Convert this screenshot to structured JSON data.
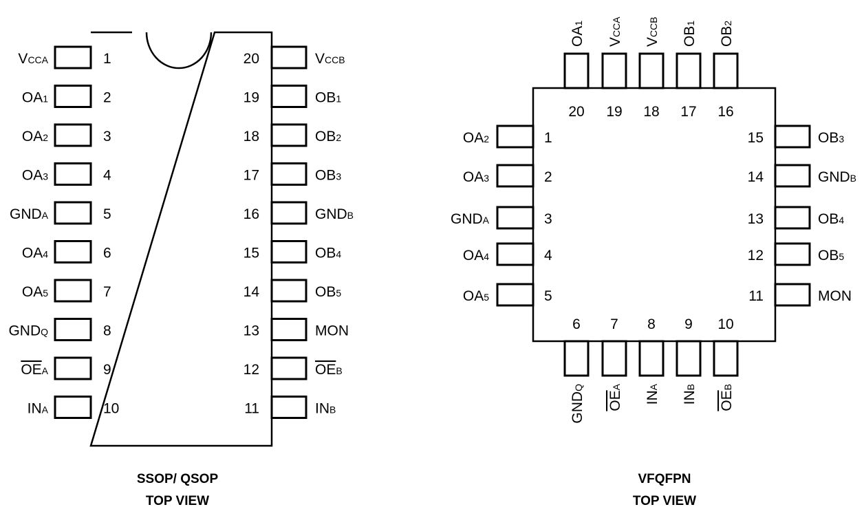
{
  "ssop": {
    "caption_line1": "SSOP/ QSOP",
    "caption_line2": "TOP VIEW",
    "left_pins": [
      {
        "num": "1",
        "main": "V",
        "sub": "CCA",
        "overbar": false
      },
      {
        "num": "2",
        "main": "OA",
        "sub": "1",
        "overbar": false
      },
      {
        "num": "3",
        "main": "OA",
        "sub": "2",
        "overbar": false
      },
      {
        "num": "4",
        "main": "OA",
        "sub": "3",
        "overbar": false
      },
      {
        "num": "5",
        "main": "GND",
        "sub": "A",
        "overbar": false
      },
      {
        "num": "6",
        "main": "OA",
        "sub": "4",
        "overbar": false
      },
      {
        "num": "7",
        "main": "OA",
        "sub": "5",
        "overbar": false
      },
      {
        "num": "8",
        "main": "GND",
        "sub": "Q",
        "overbar": false
      },
      {
        "num": "9",
        "main": "OE",
        "sub": "A",
        "overbar": true
      },
      {
        "num": "10",
        "main": "IN",
        "sub": "A",
        "overbar": false
      }
    ],
    "right_pins": [
      {
        "num": "20",
        "main": "V",
        "sub": "CCB",
        "overbar": false
      },
      {
        "num": "19",
        "main": "OB",
        "sub": "1",
        "overbar": false
      },
      {
        "num": "18",
        "main": "OB",
        "sub": "2",
        "overbar": false
      },
      {
        "num": "17",
        "main": "OB",
        "sub": "3",
        "overbar": false
      },
      {
        "num": "16",
        "main": "GND",
        "sub": "B",
        "overbar": false
      },
      {
        "num": "15",
        "main": "OB",
        "sub": "4",
        "overbar": false
      },
      {
        "num": "14",
        "main": "OB",
        "sub": "5",
        "overbar": false
      },
      {
        "num": "13",
        "main": "MON",
        "sub": "",
        "overbar": false
      },
      {
        "num": "12",
        "main": "OE",
        "sub": "B",
        "overbar": true
      },
      {
        "num": "11",
        "main": "IN",
        "sub": "B",
        "overbar": false
      }
    ]
  },
  "vfqfpn": {
    "caption_line1": "VFQFPN",
    "caption_line2": "TOP VIEW",
    "top_pins": [
      {
        "num": "20",
        "main": "OA",
        "sub": "1",
        "overbar": false
      },
      {
        "num": "19",
        "main": "V",
        "sub": "CCA",
        "overbar": false
      },
      {
        "num": "18",
        "main": "V",
        "sub": "CCB",
        "overbar": false
      },
      {
        "num": "17",
        "main": "OB",
        "sub": "1",
        "overbar": false
      },
      {
        "num": "16",
        "main": "OB",
        "sub": "2",
        "overbar": false
      }
    ],
    "left_pins": [
      {
        "num": "1",
        "main": "OA",
        "sub": "2",
        "overbar": false
      },
      {
        "num": "2",
        "main": "OA",
        "sub": "3",
        "overbar": false
      },
      {
        "num": "3",
        "main": "GND",
        "sub": "A",
        "overbar": false
      },
      {
        "num": "4",
        "main": "OA",
        "sub": "4",
        "overbar": false
      },
      {
        "num": "5",
        "main": "OA",
        "sub": "5",
        "overbar": false
      }
    ],
    "right_pins": [
      {
        "num": "15",
        "main": "OB",
        "sub": "3",
        "overbar": false
      },
      {
        "num": "14",
        "main": "GND",
        "sub": "B",
        "overbar": false
      },
      {
        "num": "13",
        "main": "OB",
        "sub": "4",
        "overbar": false
      },
      {
        "num": "12",
        "main": "OB",
        "sub": "5",
        "overbar": false
      },
      {
        "num": "11",
        "main": "MON",
        "sub": "",
        "overbar": false
      }
    ],
    "bottom_pins": [
      {
        "num": "6",
        "main": "GND",
        "sub": "Q",
        "overbar": false
      },
      {
        "num": "7",
        "main": "OE",
        "sub": "A",
        "overbar": true
      },
      {
        "num": "8",
        "main": "IN",
        "sub": "A",
        "overbar": false
      },
      {
        "num": "9",
        "main": "IN",
        "sub": "B",
        "overbar": false
      },
      {
        "num": "10",
        "main": "OE",
        "sub": "B",
        "overbar": true
      }
    ]
  }
}
